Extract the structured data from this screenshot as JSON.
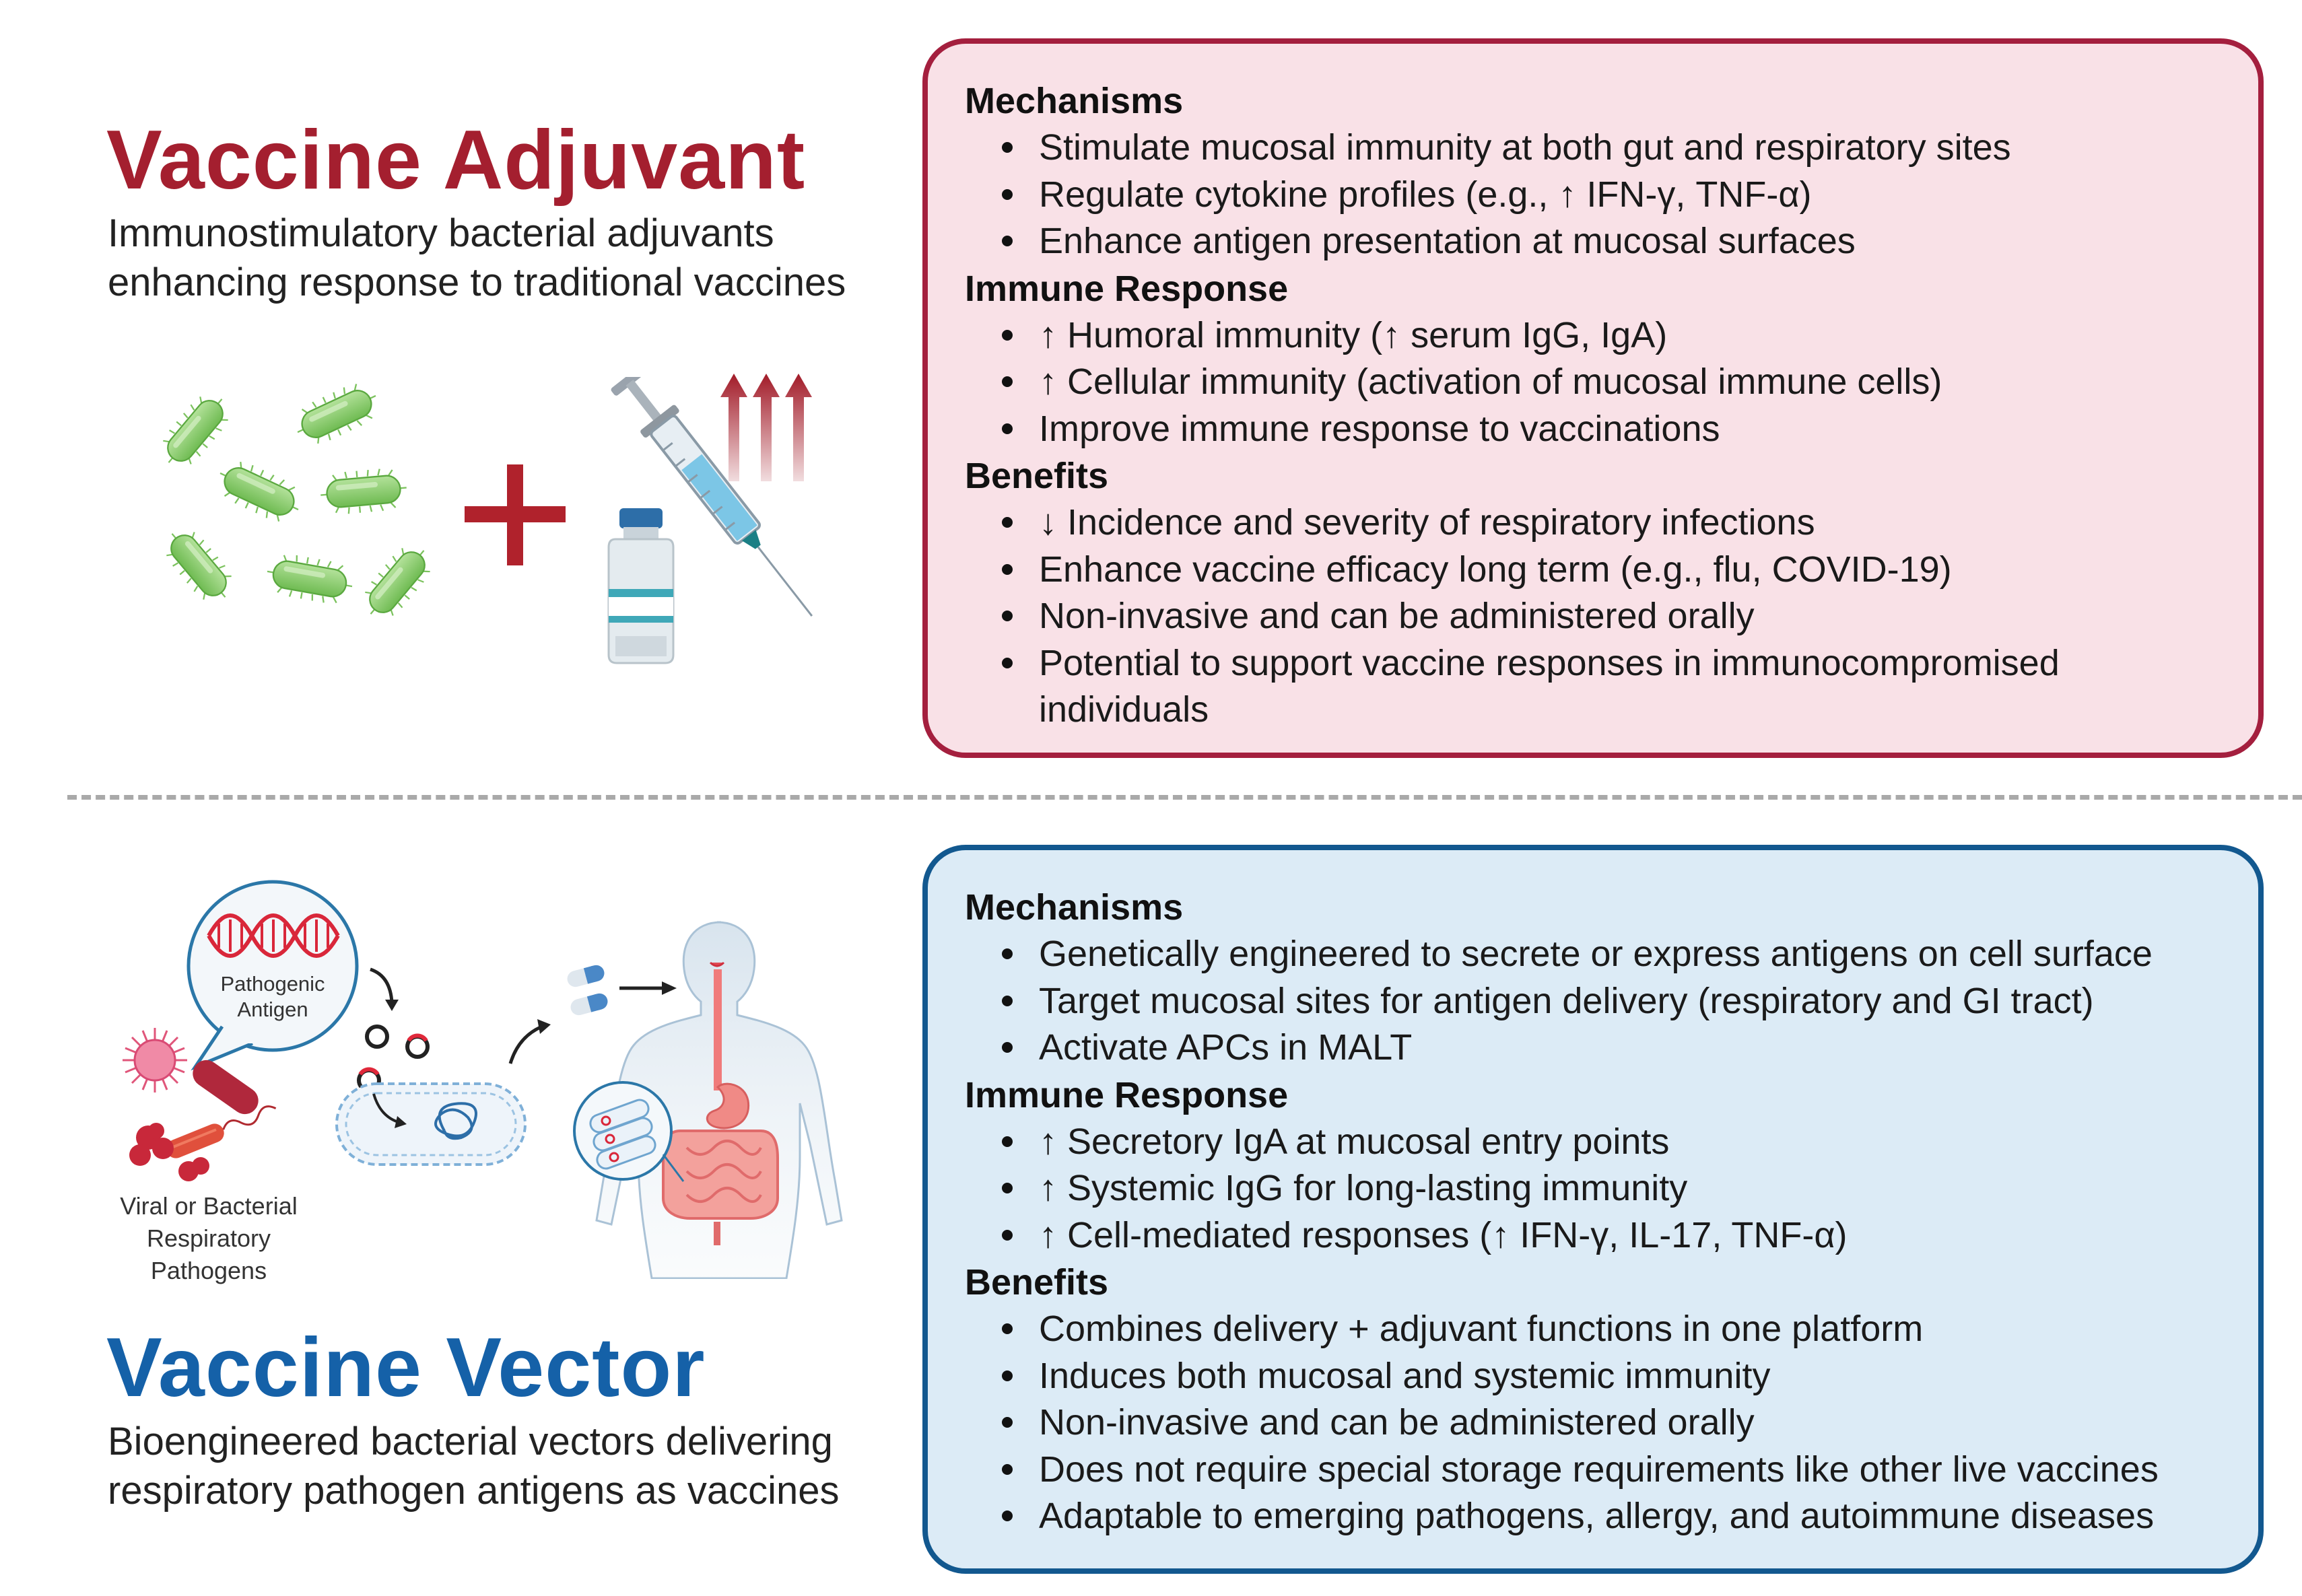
{
  "adjuvant": {
    "title": "Vaccine Adjuvant",
    "subtitle_line1": "Immunostimulatory bacterial adjuvants",
    "subtitle_line2": "enhancing response to traditional vaccines",
    "box": {
      "mechanisms_title": "Mechanisms",
      "mechanisms": [
        "Stimulate mucosal immunity at both gut and respiratory sites",
        "Regulate cytokine profiles (e.g., ↑ IFN-γ, TNF-α)",
        "Enhance antigen presentation at mucosal surfaces"
      ],
      "immune_title": "Immune Response",
      "immune": [
        "↑ Humoral immunity (↑ serum IgG, IgA)",
        "↑ Cellular immunity (activation of mucosal immune cells)",
        "Improve immune response to vaccinations"
      ],
      "benefits_title": "Benefits",
      "benefits": [
        "↓ Incidence and severity of respiratory infections",
        "Enhance vaccine efficacy long term (e.g., flu, COVID-19)",
        "Non-invasive and can be administered orally",
        "Potential to support vaccine responses in immunocompromised individuals"
      ]
    }
  },
  "vector": {
    "title": "Vaccine Vector",
    "subtitle_line1": "Bioengineered bacterial vectors delivering",
    "subtitle_line2": "respiratory pathogen antigens as vaccines",
    "antigen_label_1": "Pathogenic",
    "antigen_label_2": "Antigen",
    "pathogen_label_1": "Viral or Bacterial",
    "pathogen_label_2": "Respiratory",
    "pathogen_label_3": "Pathogens",
    "box": {
      "mechanisms_title": "Mechanisms",
      "mechanisms": [
        "Genetically engineered to secrete or express antigens on cell surface",
        "Target mucosal sites for antigen delivery (respiratory and GI tract)",
        "Activate APCs in MALT"
      ],
      "immune_title": "Immune Response",
      "immune": [
        "↑ Secretory IgA at mucosal entry points",
        "↑ Systemic IgG for long-lasting immunity",
        "↑ Cell-mediated responses (↑ IFN-γ, IL-17, TNF-α)"
      ],
      "benefits_title": "Benefits",
      "benefits": [
        "Combines delivery + adjuvant functions in one platform",
        "Induces both mucosal and systemic immunity",
        "Non-invasive and can be administered orally",
        "Does not require special storage requirements like other live vaccines",
        "Adaptable to emerging pathogens, allergy, and autoimmune diseases"
      ]
    }
  },
  "colors": {
    "adjuvant_title": "#a41f2f",
    "vector_title": "#1561a8",
    "red_box_fill": "#f9e1e7",
    "red_box_border": "#a41f3e",
    "blue_box_fill": "#dcebf6",
    "blue_box_border": "#12588f",
    "bacteria_green": "#8ccd6e",
    "arrow_red": "#a21b28"
  }
}
